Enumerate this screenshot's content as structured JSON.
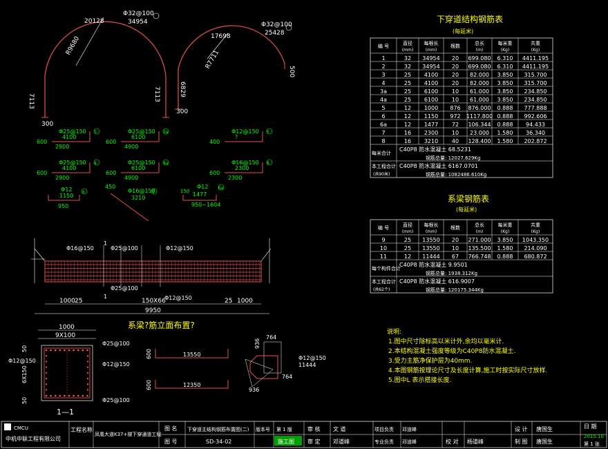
{
  "drawing": {
    "arch1": {
      "top": "20128",
      "bar_label": "Φ32@100",
      "bar_len": "34954",
      "radius": "R9680",
      "side_left": "7113",
      "side_right": "7113",
      "foot": "300"
    },
    "arch2": {
      "top": "17698",
      "bar_label": "Φ32@100",
      "bar_len": "25428",
      "radius": "R7711",
      "side": "6829",
      "foot": "300",
      "end": "500"
    },
    "small_bars": [
      {
        "mark": "Φ25@150",
        "num": "3",
        "len": "4100",
        "side": "600",
        "base": "2900"
      },
      {
        "mark": "Φ25@150",
        "num": "4",
        "len": "4100",
        "side": "600",
        "base": "2900"
      },
      {
        "mark": "Φ25@150",
        "num": "3a",
        "len": "6100",
        "side": "600",
        "base": "4900"
      },
      {
        "mark": "Φ25@150",
        "num": "4a",
        "len": "6100",
        "side": "600",
        "base": "4900"
      },
      {
        "mark": "Φ12@150",
        "num": "5",
        "len": "?",
        "side": "400"
      },
      {
        "mark": "Φ16@150",
        "num": "8",
        "len": "2300",
        "side": "600",
        "base": "2300"
      },
      {
        "mark": "Φ12",
        "num": "6",
        "len": "1150",
        "base": "950"
      },
      {
        "mark": "Φ16@150",
        "num": "7",
        "len": "3210",
        "side": "450"
      },
      {
        "mark": "Φ12",
        "num": "6a",
        "len": "1477",
        "base": "950~1604",
        "side": "150"
      }
    ],
    "elevation": {
      "labels": [
        "Φ16@150",
        "Φ25@100",
        "Φ12@150",
        "Φ25@100",
        "Φ12@150"
      ],
      "nums": [
        "10",
        "9",
        "12",
        "11",
        "12"
      ],
      "dims": [
        "1000",
        "25",
        "150X66",
        "25",
        "1000"
      ],
      "total": "9950",
      "side_marks": [
        "1",
        "1"
      ],
      "title": "系梁?筋立面布置?"
    },
    "section": {
      "width": "1000",
      "top": "9X100",
      "left_a": "50",
      "left_b": "6X150",
      "left_c": "50",
      "mark_left": "Φ12@150",
      "marks_right": [
        "Φ25@100",
        "Φ12@150",
        "Φ25@100"
      ],
      "nums_right": [
        "9",
        "11",
        "10"
      ],
      "num_left": "12",
      "title": "1—1"
    },
    "tie_bars": [
      {
        "len": "13550",
        "side": "600",
        "num": "9"
      },
      {
        "len": "12350",
        "side": "600",
        "num": "10"
      }
    ],
    "stirrup": {
      "a": "764",
      "b": "936",
      "c": "936",
      "d": "764",
      "mark": "Φ12@150",
      "len": "11444",
      "num": "11"
    }
  },
  "table1": {
    "title": "下穿道结构钢筋表",
    "subtitle": "(每延米)",
    "headers": [
      "编 号",
      "直径 (mm)",
      "每根长 (mm)",
      "根数",
      "总长 (m)",
      "每米重 (Kg)",
      "共重 (Kg)"
    ],
    "rows": [
      [
        "1",
        "32",
        "34954",
        "20",
        "699.080",
        "6.310",
        "4411.195"
      ],
      [
        "2",
        "32",
        "34954",
        "20",
        "699.080",
        "6.310",
        "4411.195"
      ],
      [
        "3",
        "25",
        "4100",
        "20",
        "82.000",
        "3.850",
        "315.700"
      ],
      [
        "4",
        "25",
        "4100",
        "20",
        "82.000",
        "3.850",
        "315.700"
      ],
      [
        "3a",
        "25",
        "6100",
        "10",
        "61.000",
        "3.850",
        "234.850"
      ],
      [
        "4a",
        "25",
        "6100",
        "10",
        "61.000",
        "3.850",
        "234.850"
      ],
      [
        "5",
        "12",
        "1000",
        "876",
        "876.000",
        "0.888",
        "777.888"
      ],
      [
        "6",
        "12",
        "1150",
        "972",
        "1117.800",
        "0.888",
        "992.606"
      ],
      [
        "6a",
        "12",
        "1477",
        "72",
        "106.344",
        "0.888",
        "94.433"
      ],
      [
        "7",
        "16",
        "2300",
        "10",
        "23.000",
        "1.580",
        "36.340"
      ],
      [
        "8",
        "16",
        "3210",
        "40",
        "128.400",
        "1.580",
        "202.872"
      ]
    ],
    "sum1_label": "每米合计",
    "sum1_line1": "C40P8 防水混凝土 68.5231",
    "sum1_line2": "钢筋总量: 12027.629Kg",
    "sum2_label": "本工程合计",
    "sum2_sub": "(共90米)",
    "sum2_line1": "C40P8 防水混凝土 6167.0701",
    "sum2_line2": "钢筋总量: 1082486.610Kg"
  },
  "table2": {
    "title": "系梁钢筋表",
    "subtitle": "(每延米)",
    "headers": [
      "编 号",
      "直径 (mm)",
      "每根长 (mm)",
      "根数",
      "总长 (m)",
      "每米重 (Kg)",
      "共重 (Kg)"
    ],
    "rows": [
      [
        "9",
        "25",
        "13550",
        "20",
        "271.000",
        "3.850",
        "1043.350"
      ],
      [
        "10",
        "25",
        "13550",
        "10",
        "135.500",
        "1.580",
        "214.090"
      ],
      [
        "11",
        "12",
        "11444",
        "67",
        "766.748",
        "0.888",
        "680.872"
      ]
    ],
    "sum1_label": "每个构件合计",
    "sum1_line1": "C40P8 防水混凝土 9.9501",
    "sum1_line2": "钢筋总量: 1938.312Kg",
    "sum2_label": "本工程合计",
    "sum2_sub": "(共62个)",
    "sum2_line1": "C40P8 防水混凝土 616.9007",
    "sum2_line2": "钢筋总量: 120175.344Kg"
  },
  "notes": {
    "title": "说明:",
    "items": [
      "1.图中尺寸除标高以米计外,余均以毫米计.",
      "2.本结构混凝土强度等级为C40P8防水混凝土.",
      "3.受力主筋净保护层为40mm.",
      "4.本图钢筋按理论尺寸及长度计算,施工时按实际尺寸放样.",
      "5.图中L 表示搭接长度."
    ]
  },
  "titleblock": {
    "company": "中机中联工程有限公司",
    "company_sub": "CMCU",
    "project_label": "工程名称",
    "project": "凤凰大道K37+隧下穿通道工程",
    "drawing_label": "图 名",
    "drawing_name": "下穿道主结构钢筋布置图(二)",
    "number_label": "图 号",
    "number": "SD-34-02",
    "version_label": "版本号",
    "version": "第 1 版",
    "stage": "施工图",
    "check_label": "审 定",
    "check_name": "邓道峰",
    "eng_label": "审 核",
    "eng_name": "文 道",
    "pm_label": "项目负责",
    "pm_name": "邓道峰",
    "pro_label": "专业负责",
    "pro_name": "邓道峰",
    "verify_label": "校 对",
    "verify_name": "杨道峰",
    "design_label": "设 计",
    "design_name": "唐国生",
    "draw_label": "制 图",
    "draw_name": "唐国生",
    "date_label": "日 期",
    "date": "2015.10",
    "sheet": "第 1 张"
  }
}
